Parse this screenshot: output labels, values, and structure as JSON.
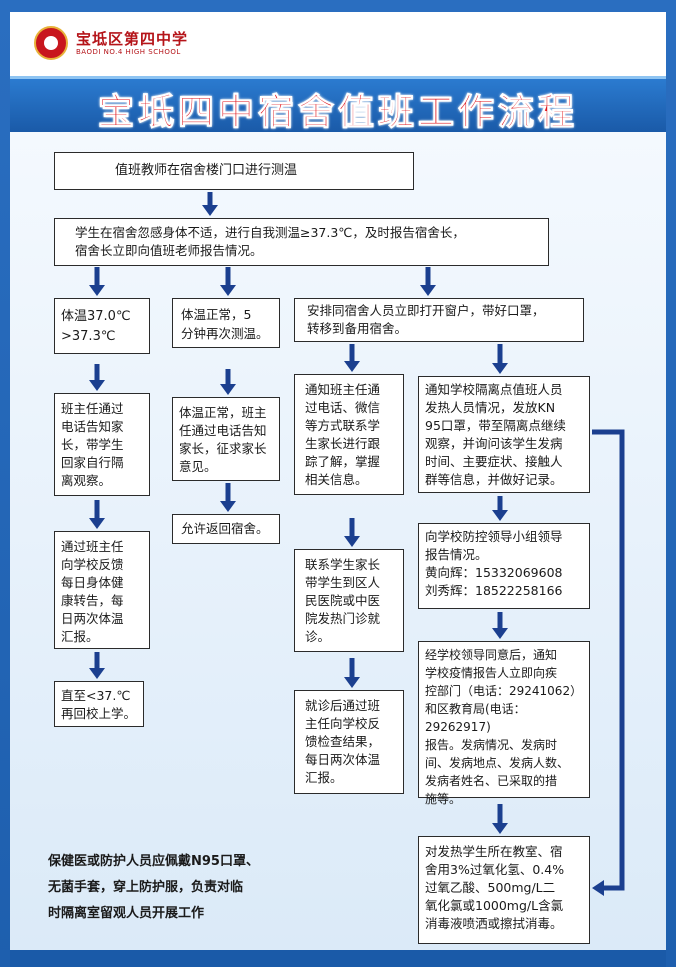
{
  "header": {
    "logo_cn": "宝坻区第四中学",
    "logo_en": "BAODI NO.4 HIGH SCHOOL",
    "title": "宝坻四中宿舍值班工作流程"
  },
  "steps": {
    "s1": "值班教师在宿舍楼门口进行测温",
    "s2": "学生在宿舍忽感身体不适，进行自我测温≥37.3℃，及时报告宿舍长，\n宿舍长立即向值班老师报告情况。",
    "a1": "体温37.0℃\n>37.3℃",
    "a2": "班主任通过\n电话告知家\n长，带学生\n回家自行隔\n离观察。",
    "a3": "通过班主任\n向学校反馈\n每日身体健\n康转告，每\n日两次体温\n汇报。",
    "a4": "直至<37.℃\n再回校上学。",
    "b1": "体温正常，5\n分钟再次测温。",
    "b2": "体温正常，班主\n任通过电话告知\n家长，征求家长\n意见。",
    "b3": "允许返回宿舍。",
    "c0": "安排同宿舍人员立即打开窗户，带好口罩，\n转移到备用宿舍。",
    "c1": "通知班主任通\n过电话、微信\n等方式联系学\n生家长进行跟\n踪了解，掌握\n相关信息。",
    "c2": "联系学生家长\n带学生到区人\n民医院或中医\n院发热门诊就\n诊。",
    "c3": "就诊后通过班\n主任向学校反\n馈检查结果，\n每日两次体温\n汇报。",
    "d1": "通知学校隔离点值班人员\n发热人员情况，发放KN\n95口罩，带至隔离点继续\n观察，并询问该学生发病\n时间、主要症状、接触人\n群等信息，并做好记录。",
    "d2": "向学校防控领导小组领导\n报告情况。\n黄向辉：15332069608\n刘秀辉：18522258166",
    "d3": "经学校领导同意后，通知\n学校疫情报告人立即向疾\n控部门（电话：29241062）\n和区教育局(电话：29262917)\n报告。发病情况、发病时\n间、发病地点、发病人数、\n发病者姓名、已采取的措\n施等。",
    "d4": "对发热学生所在教室、宿\n舍用3%过氧化氢、0.4%\n过氧乙酸、500mg/L二\n氧化氯或1000mg/L含氯\n消毒液喷洒或擦拭消毒。"
  },
  "note": "保健医或防护人员应佩戴N95口罩、\n无菌手套，穿上防护服，负责对临\n时隔离室留观人员开展工作",
  "colors": {
    "arrow": "#1b3f8f",
    "title_red": "#e0161c",
    "brand_blue": "#1e5fae"
  }
}
